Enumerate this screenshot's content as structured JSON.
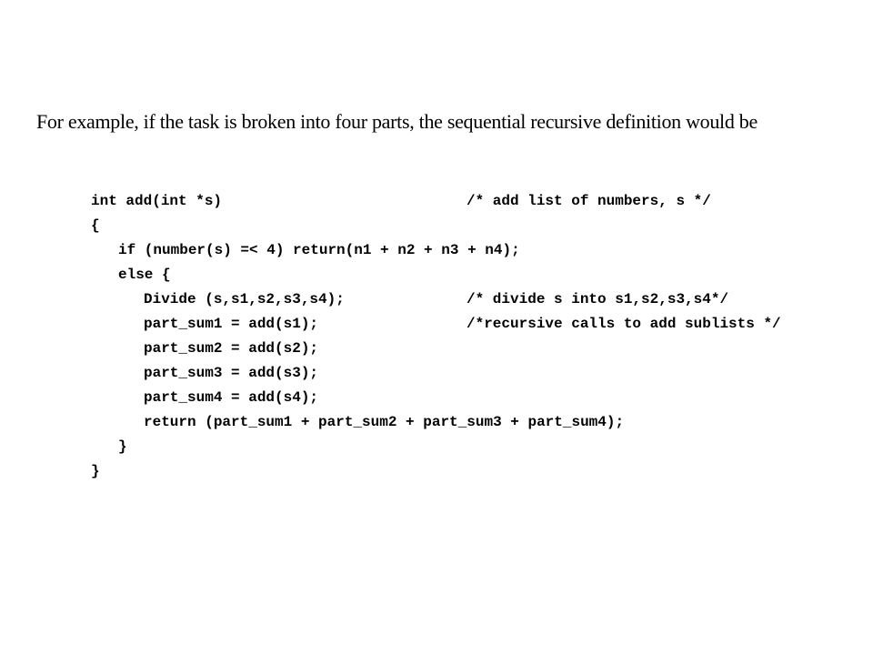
{
  "intro_text": "For example, if the task is broken into four parts, the sequential recursive definition would be",
  "code": {
    "lines": [
      {
        "code": "int add(int *s)",
        "comment": "/* add list of numbers, s */"
      },
      {
        "code": "{",
        "comment": ""
      },
      {
        "code": "if (number(s) =< 4) return(n1 + n2 + n3 + n4);",
        "comment": ""
      },
      {
        "code": "else {",
        "comment": ""
      },
      {
        "code": "Divide (s,s1,s2,s3,s4);",
        "comment": "/* divide s into s1,s2,s3,s4*/"
      },
      {
        "code": "part_sum1 = add(s1);",
        "comment": "/*recursive calls to add sublists */"
      },
      {
        "code": "part_sum2 = add(s2);",
        "comment": ""
      },
      {
        "code": "part_sum3 = add(s3);",
        "comment": ""
      },
      {
        "code": "part_sum4 = add(s4);",
        "comment": ""
      },
      {
        "code": "return (part_sum1 + part_sum2 + part_sum3 + part_sum4);",
        "comment": ""
      },
      {
        "code": "}",
        "comment": ""
      },
      {
        "code": "}",
        "comment": ""
      }
    ]
  }
}
